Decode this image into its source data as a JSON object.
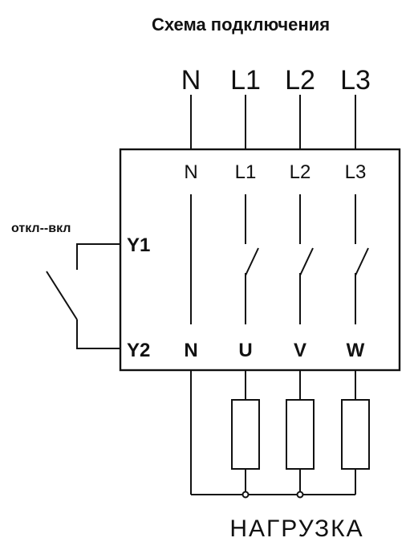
{
  "title": "Схема подключения",
  "supply_labels": [
    "N",
    "L1",
    "L2",
    "L3"
  ],
  "inner_top_labels": [
    "N",
    "L1",
    "L2",
    "L3"
  ],
  "inner_bottom_labels": [
    "N",
    "U",
    "V",
    "W"
  ],
  "control": {
    "caption": "откл--вкл",
    "terminal_1": "Y1",
    "terminal_2": "Y2"
  },
  "load_label": "НАГРУЗКА"
}
